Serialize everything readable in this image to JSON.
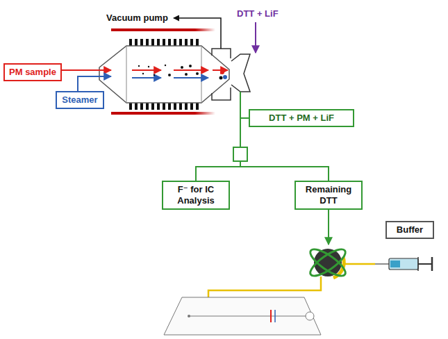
{
  "diagram": {
    "nodes": [
      {
        "text": [
          "PM sample"
        ]
      },
      {
        "text": [
          "Steamer"
        ]
      },
      {
        "text": [
          "DTT + PM + LiF"
        ]
      },
      {
        "text": [
          "F⁻ for IC Analysis"
        ]
      },
      {
        "text": [
          "Remaining DTT"
        ]
      },
      {
        "text": [
          "Buffer"
        ]
      }
    ],
    "edges": [
      {
        "from": 2,
        "to": 3,
        "arrow": "none"
      },
      {
        "from": 2,
        "to": 4,
        "arrow": "none"
      }
    ],
    "labels": [
      "Vacuum pump",
      "DTT + LiF"
    ]
  }
}
